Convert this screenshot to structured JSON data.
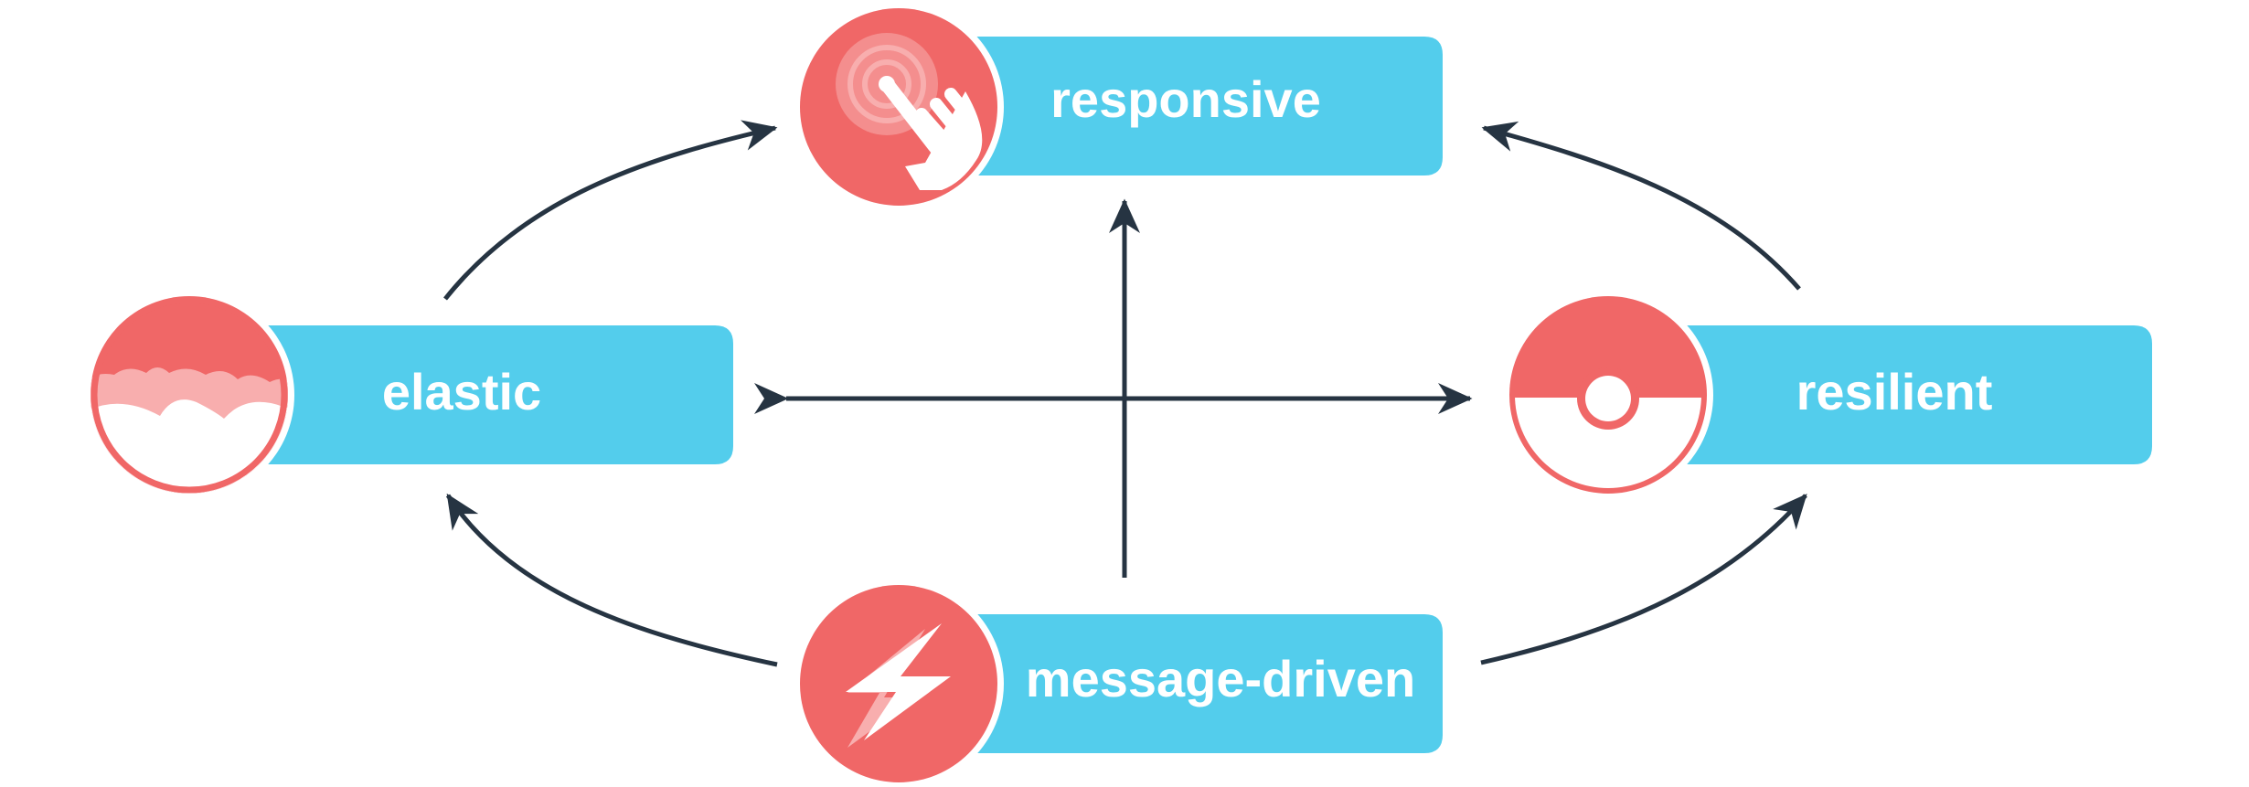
{
  "nodes": {
    "responsive": {
      "label": "responsive",
      "icon": "tap-hand-icon"
    },
    "elastic": {
      "label": "elastic",
      "icon": "elastic-waves-icon"
    },
    "resilient": {
      "label": "resilient",
      "icon": "resilient-ball-icon"
    },
    "message_driven": {
      "label": "message-driven",
      "icon": "lightning-bolt-icon"
    }
  },
  "colors": {
    "box": "#53cdec",
    "circle": "#f06767",
    "circle_light": "#f8aeae",
    "arrow": "#263442",
    "text": "#ffffff"
  }
}
